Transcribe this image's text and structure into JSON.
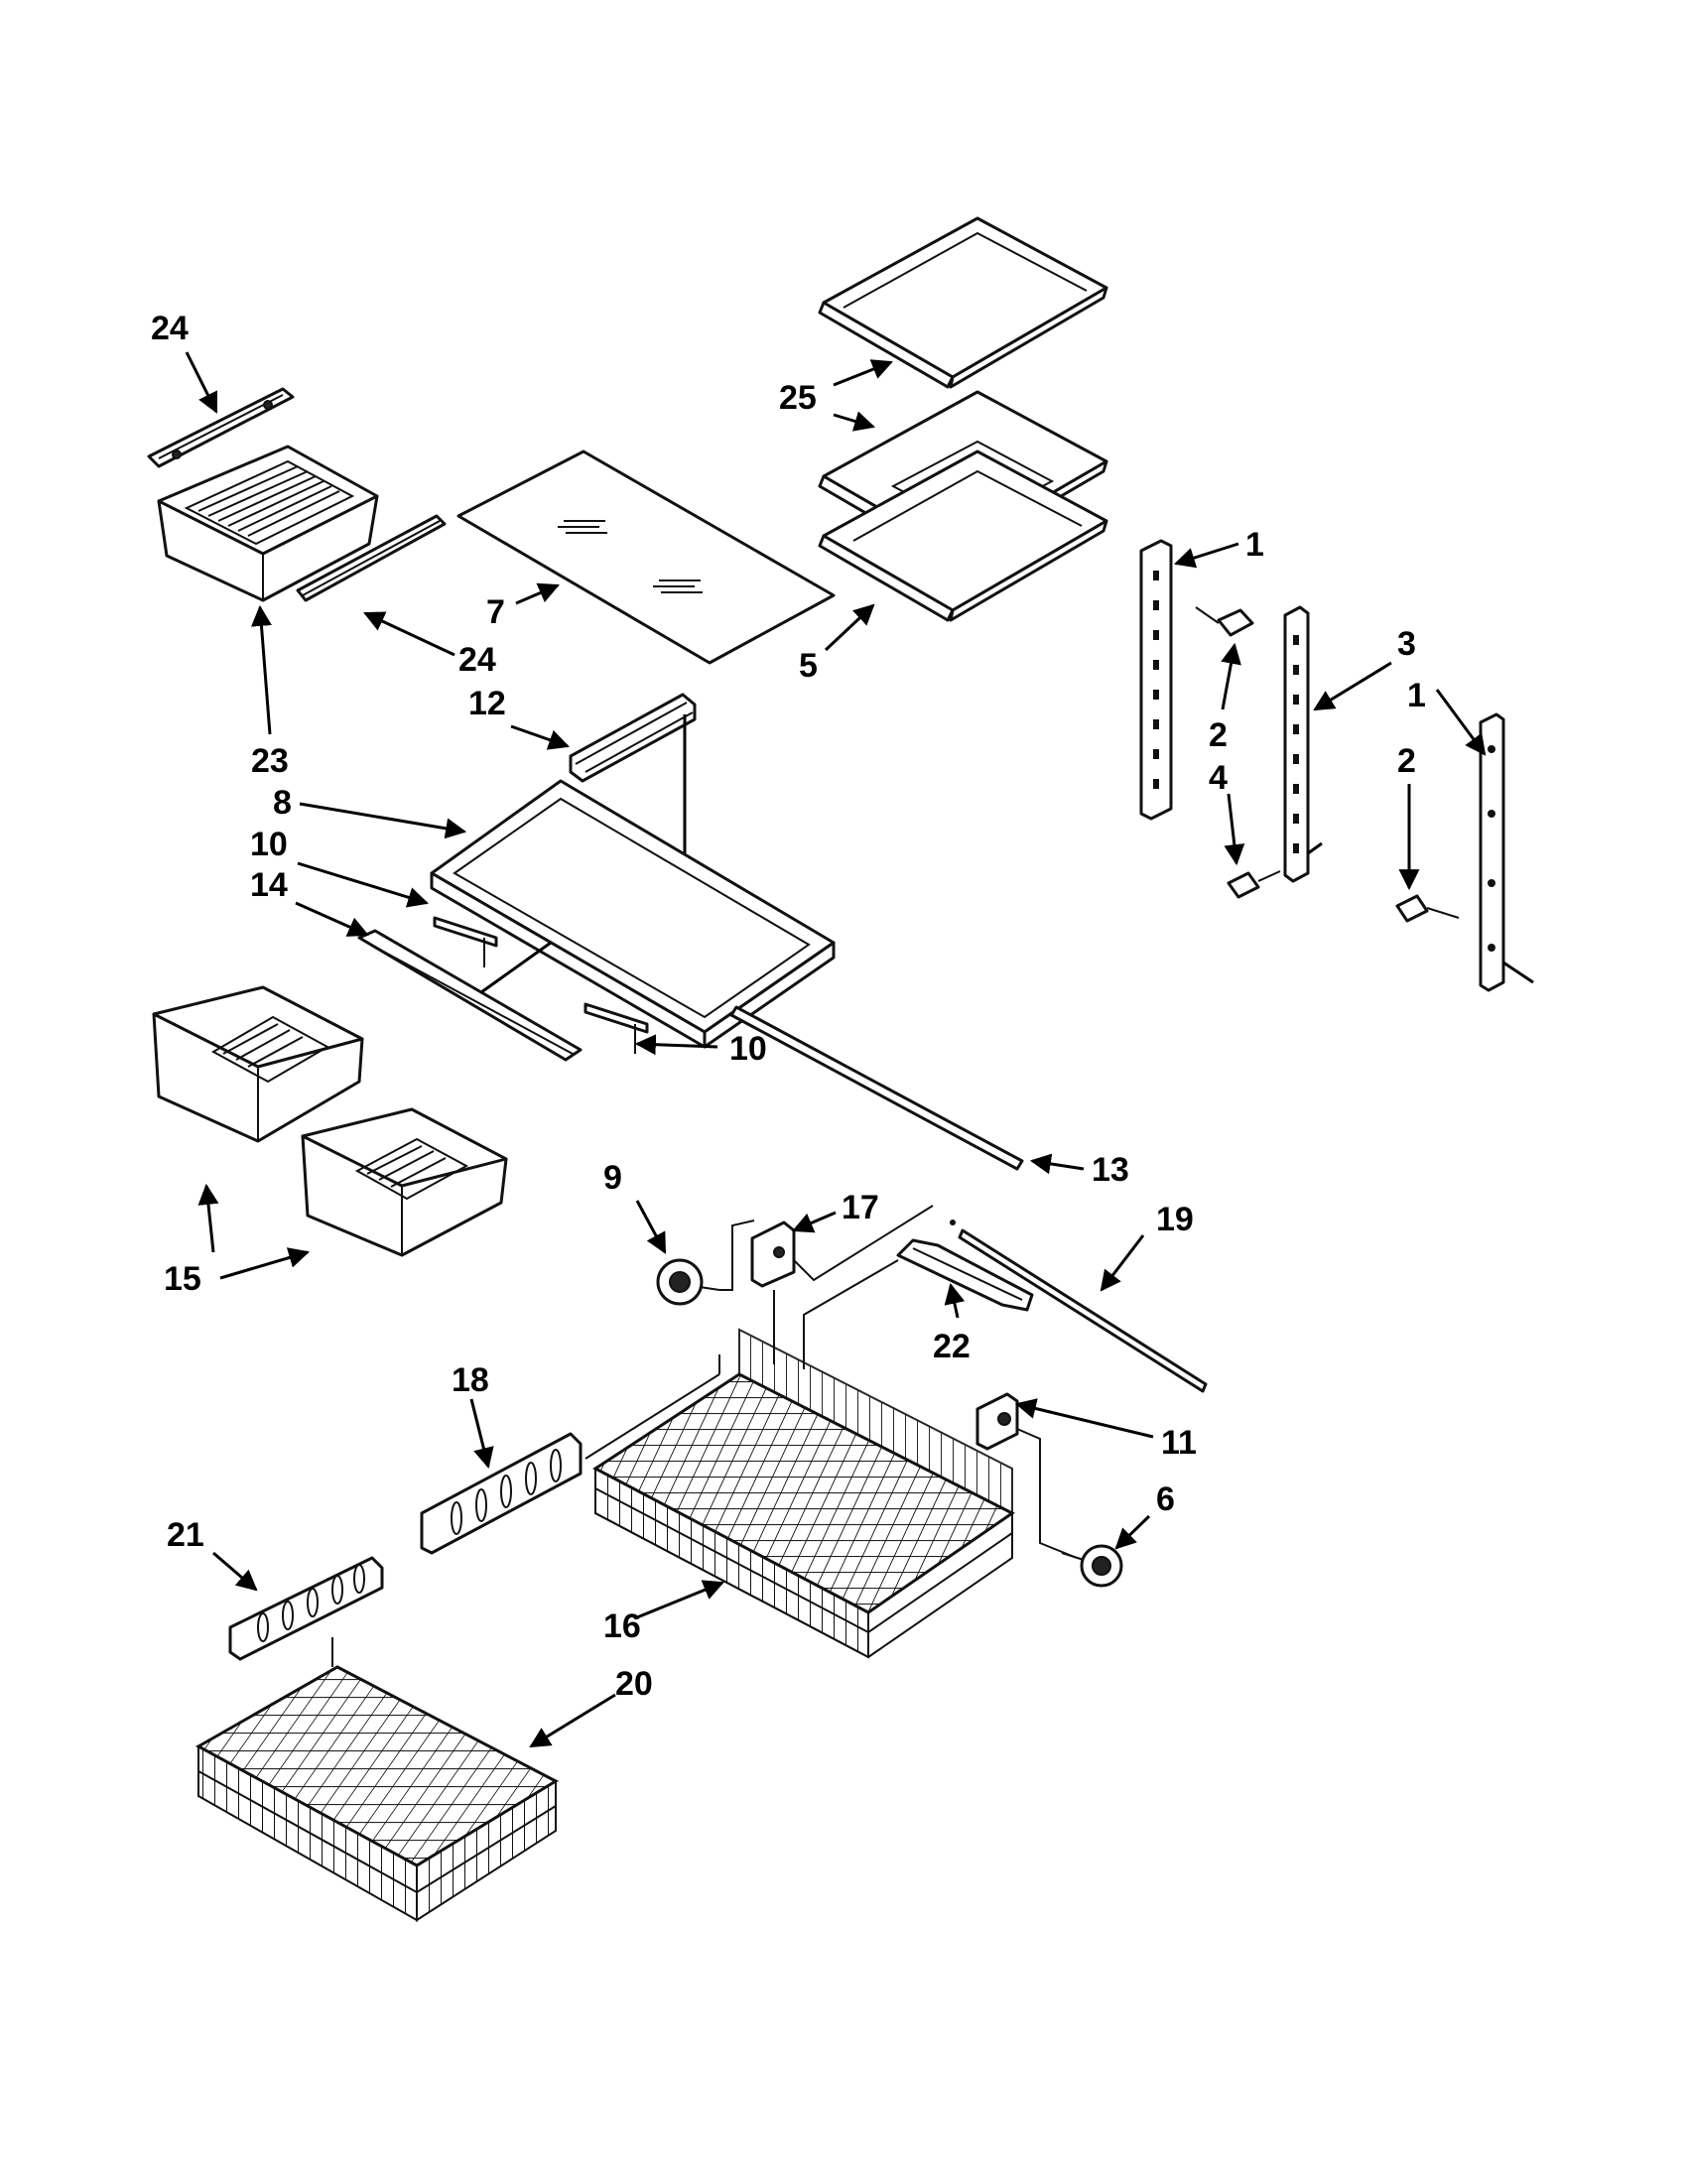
{
  "colors": {
    "line": "#111111",
    "background": "#ffffff",
    "text": "#000000"
  },
  "callouts": [
    {
      "id": "c1a",
      "label": "1"
    },
    {
      "id": "c1b",
      "label": "1"
    },
    {
      "id": "c2a",
      "label": "2"
    },
    {
      "id": "c2b",
      "label": "2"
    },
    {
      "id": "c3",
      "label": "3"
    },
    {
      "id": "c4",
      "label": "4"
    },
    {
      "id": "c5",
      "label": "5"
    },
    {
      "id": "c6",
      "label": "6"
    },
    {
      "id": "c7",
      "label": "7"
    },
    {
      "id": "c8",
      "label": "8"
    },
    {
      "id": "c9",
      "label": "9"
    },
    {
      "id": "c10a",
      "label": "10"
    },
    {
      "id": "c10b",
      "label": "10"
    },
    {
      "id": "c11",
      "label": "11"
    },
    {
      "id": "c12",
      "label": "12"
    },
    {
      "id": "c13",
      "label": "13"
    },
    {
      "id": "c14",
      "label": "14"
    },
    {
      "id": "c15",
      "label": "15"
    },
    {
      "id": "c16",
      "label": "16"
    },
    {
      "id": "c17",
      "label": "17"
    },
    {
      "id": "c18",
      "label": "18"
    },
    {
      "id": "c19",
      "label": "19"
    },
    {
      "id": "c20",
      "label": "20"
    },
    {
      "id": "c21",
      "label": "21"
    },
    {
      "id": "c22",
      "label": "22"
    },
    {
      "id": "c23",
      "label": "23"
    },
    {
      "id": "c24a",
      "label": "24"
    },
    {
      "id": "c24b",
      "label": "24"
    },
    {
      "id": "c25",
      "label": "25"
    }
  ]
}
